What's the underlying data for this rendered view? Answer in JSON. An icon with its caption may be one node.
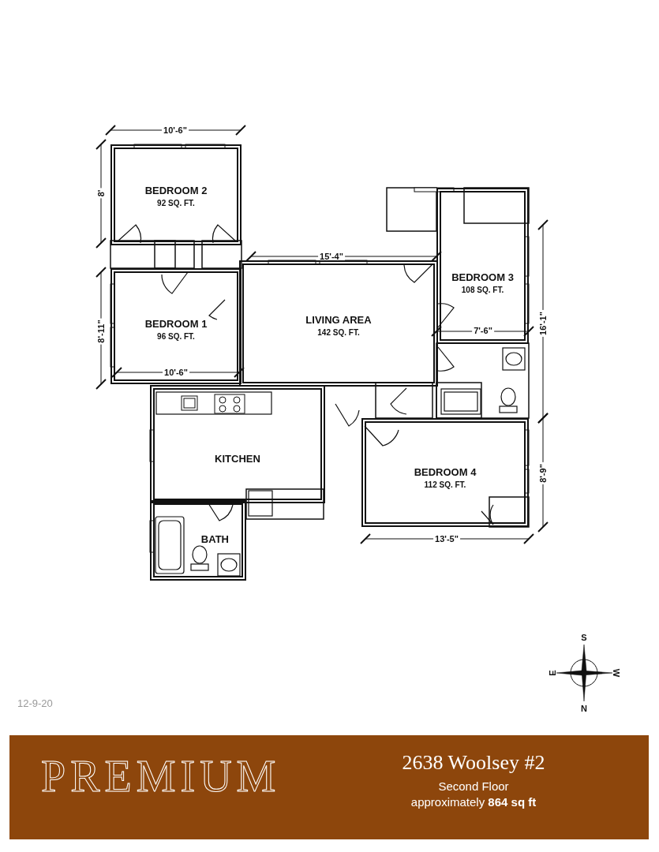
{
  "diagram": {
    "nodes": [
      {
        "text": [
          "BEDROOM 2",
          "92 SQ. FT."
        ]
      },
      {
        "text": [
          "BEDROOM 1",
          "96 SQ. FT."
        ]
      },
      {
        "text": [
          "LIVING AREA",
          "142 SQ. FT."
        ]
      },
      {
        "text": [
          "BEDROOM 3",
          "108 SQ. FT."
        ]
      },
      {
        "text": [
          "KITCHEN"
        ]
      },
      {
        "text": [
          "BEDROOM 4",
          "112 SQ. FT."
        ]
      },
      {
        "text": [
          "BATH"
        ]
      },
      {
        "text": [
          "PREMIUM",
          "2638 Woolsey #2",
          "Second Floor",
          "approximately **864 sq ft**"
        ]
      }
    ],
    "labels": [
      "10'-6\"",
      "8'",
      "15'-4\"",
      "16'-1\"",
      "8'-11\"",
      "7'-6\"",
      "10'-6\"",
      "8'-9\"",
      "13'-5\"",
      "S",
      "E",
      "W",
      "N",
      "12-9-20"
    ]
  }
}
